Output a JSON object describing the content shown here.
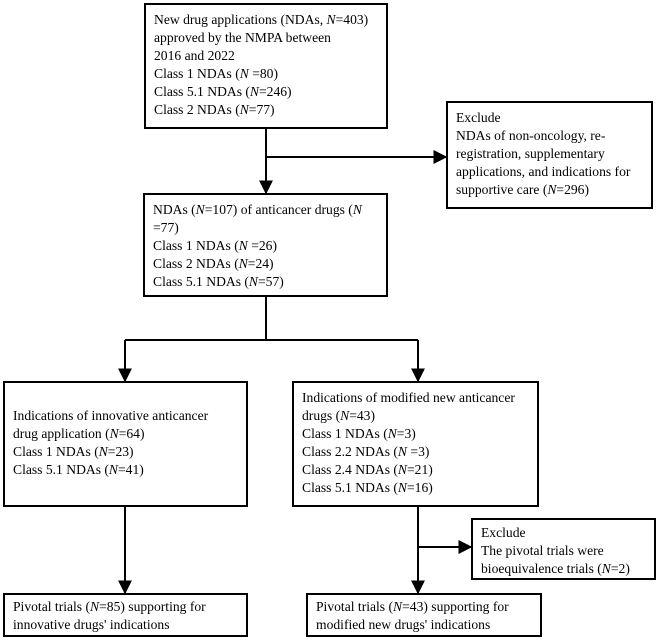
{
  "boxes": {
    "nda_total": {
      "lines": [
        "New drug applications (NDAs, N=403)",
        "approved by the NMPA  between",
        "2016 and 2022",
        "Class 1 NDAs (N =80)",
        "Class 5.1 NDAs (N=246)",
        "Class 2 NDAs (N=77)"
      ]
    },
    "exclude_top": {
      "lines": [
        "Exclude",
        "NDAs of non-oncology, re-",
        "registration, supplementary",
        "applications, and indications for",
        "supportive care (N=296)"
      ]
    },
    "anticancer": {
      "lines": [
        "NDAs (N=107) of anticancer drugs (N",
        "=77)",
        "Class 1 NDAs (N =26)",
        "Class 2 NDAs (N=24)",
        "Class 5.1 NDAs (N=57)"
      ]
    },
    "innovative": {
      "lines": [
        "Indications of innovative anticancer",
        "drug application (N=64)",
        "Class 1 NDAs (N=23)",
        "Class 5.1 NDAs (N=41)"
      ]
    },
    "modified": {
      "lines": [
        "Indications of modified new anticancer",
        "drugs (N=43)",
        "Class 1 NDAs (N=3)",
        "Class 2.2 NDAs (N =3)",
        "Class 2.4 NDAs (N=21)",
        "Class 5.1 NDAs (N=16)"
      ]
    },
    "exclude_bottom": {
      "lines": [
        "Exclude",
        "The pivotal trials were",
        "bioequivalence trials (N=2)"
      ]
    },
    "pivotal_innovative": {
      "lines": [
        "Pivotal trials (N=85) supporting for",
        "innovative drugs' indications"
      ]
    },
    "pivotal_modified": {
      "lines": [
        "Pivotal trials (N=43) supporting for",
        "modified new drugs' indications"
      ]
    }
  }
}
